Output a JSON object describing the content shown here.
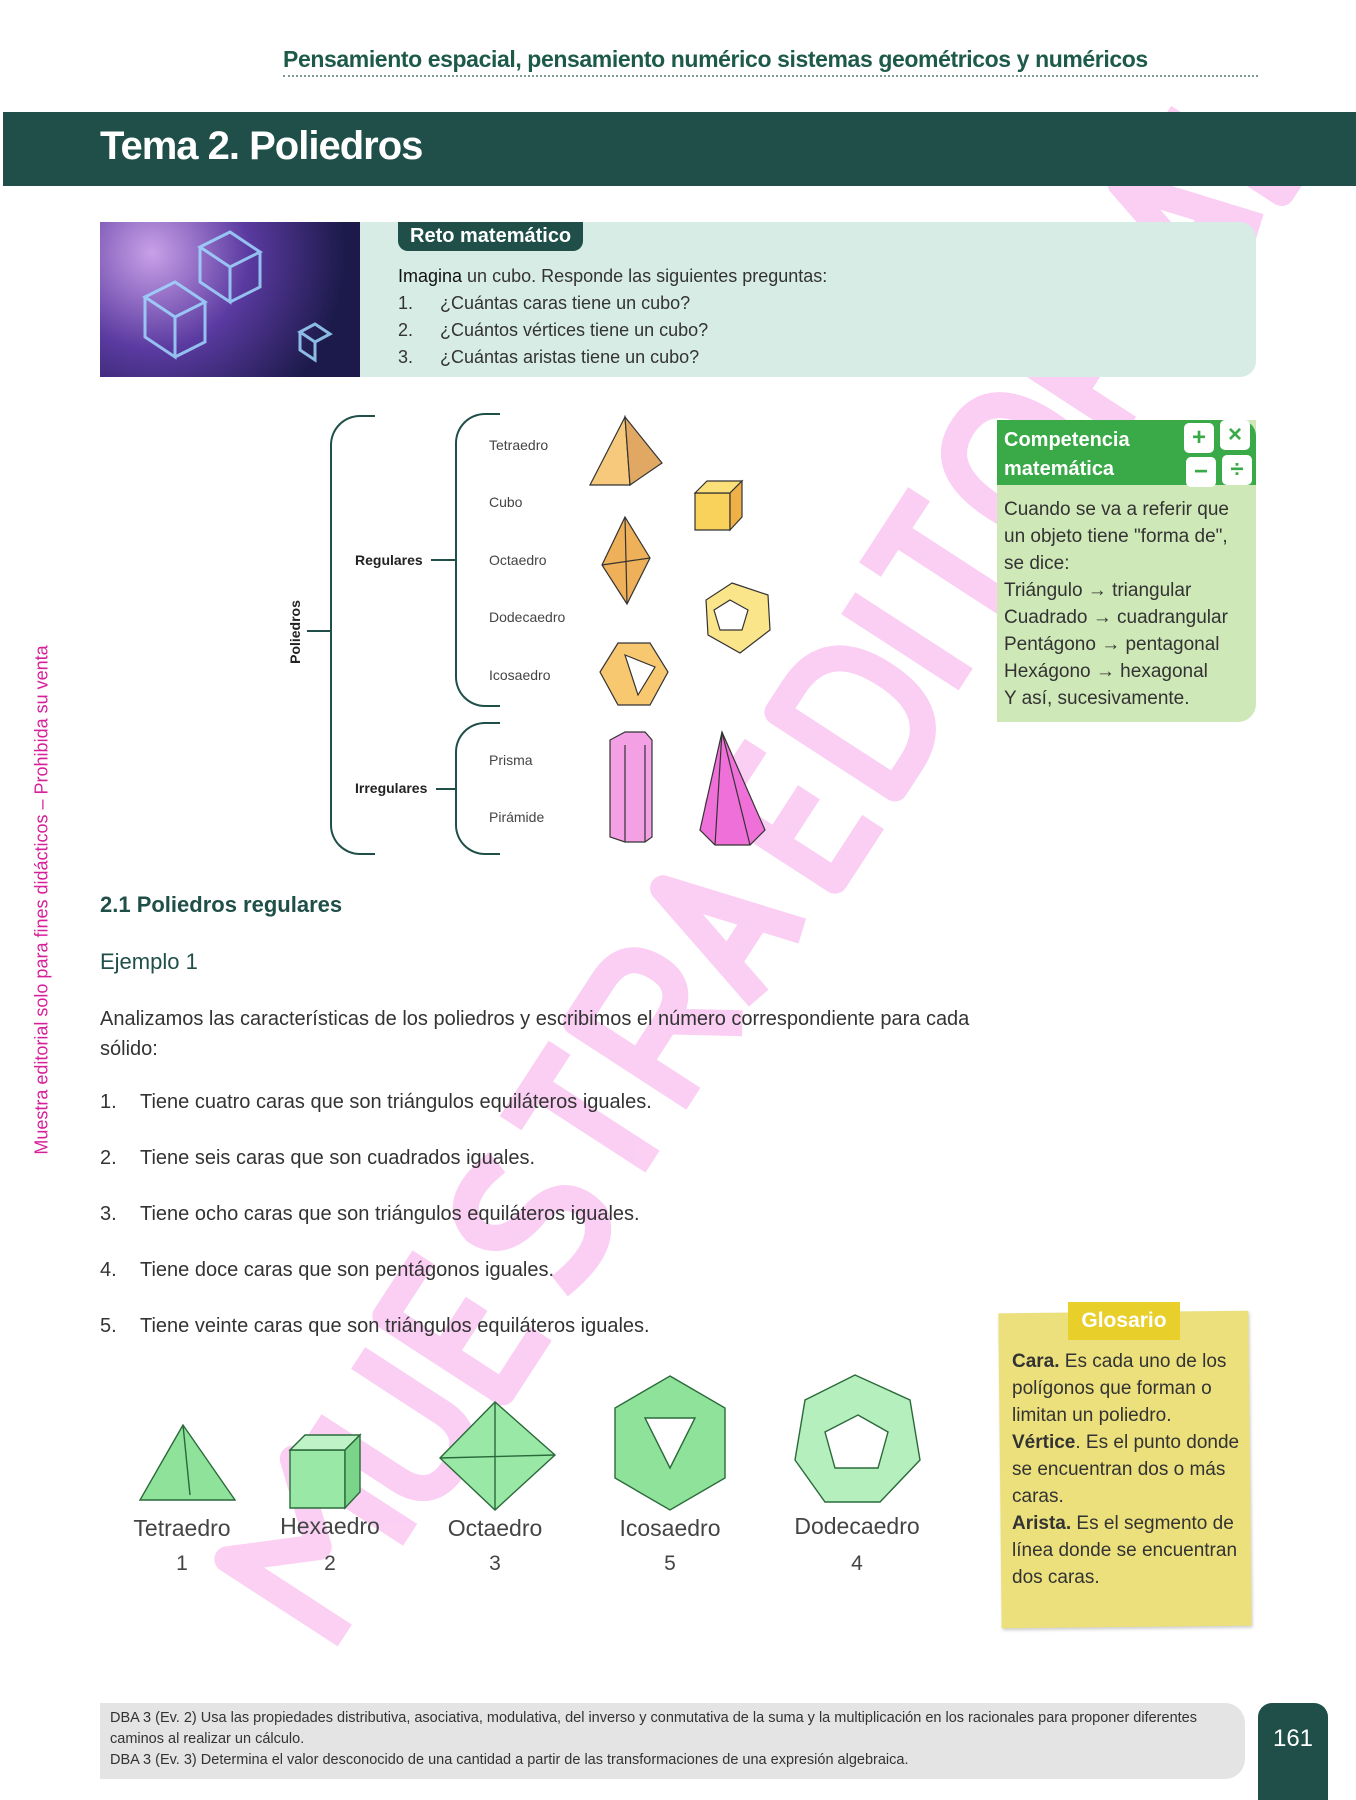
{
  "header": {
    "subtitle": "Pensamiento espacial, pensamiento numérico sistemas geométricos y numéricos",
    "title": "Tema 2. Poliedros"
  },
  "reto": {
    "tab": "Reto matemático",
    "intro_bold": "Imagina",
    "intro_rest": " un cubo. Responde las siguientes preguntas:",
    "questions": [
      {
        "n": "1.",
        "t": "¿Cuántas caras tiene un cubo?"
      },
      {
        "n": "2.",
        "t": "¿Cuántos vértices tiene un cubo?"
      },
      {
        "n": "3.",
        "t": "¿Cuántas aristas tiene un cubo?"
      }
    ]
  },
  "diagram": {
    "root": "Poliedros",
    "regulares": "Regulares",
    "irregulares": "Irregulares",
    "regular_items": [
      "Tetraedro",
      "Cubo",
      "Octaedro",
      "Dodecaedro",
      "Icosaedro"
    ],
    "irregular_items": [
      "Prisma",
      "Pirámide"
    ]
  },
  "competencia": {
    "title1": "Competencia",
    "title2": "matemática",
    "icons": [
      "+",
      "×",
      "−",
      "÷"
    ],
    "lines": [
      "Cuando se va a referir que",
      "un objeto tiene \"forma de\",",
      "se dice:",
      "Triángulo → triangular",
      "Cuadrado → cuadrangular",
      "Pentágono → pentagonal",
      "Hexágono → hexagonal",
      "Y así, sucesivamente."
    ]
  },
  "watermark": "MUESTRA EDITORIAL",
  "side_text": "Muestra editorial solo para fines didácticos – Prohibida su venta",
  "section": {
    "heading": "2.1 Poliedros regulares",
    "example": "Ejemplo 1",
    "paragraph": "Analizamos las características de los poliedros y escribimos el número correspondiente para cada sólido:",
    "items": [
      {
        "n": "1.",
        "t": "Tiene cuatro caras que son triángulos equiláteros iguales."
      },
      {
        "n": "2.",
        "t": "Tiene seis caras que son cuadrados iguales."
      },
      {
        "n": "3.",
        "t": "Tiene ocho caras que son triángulos equiláteros iguales."
      },
      {
        "n": "4.",
        "t": "Tiene doce caras que son pentágonos iguales."
      },
      {
        "n": "5.",
        "t": "Tiene veinte caras que son triángulos equiláteros iguales."
      }
    ]
  },
  "solids": [
    {
      "name": "Tetraedro",
      "num": "1"
    },
    {
      "name": "Hexaedro",
      "num": "2"
    },
    {
      "name": "Octaedro",
      "num": "3"
    },
    {
      "name": "Icosaedro",
      "num": "5"
    },
    {
      "name": "Dodecaedro",
      "num": "4"
    }
  ],
  "glosario": {
    "tab": "Glosario",
    "entries": [
      {
        "term": "Cara.",
        "def": " Es cada uno de los polígonos que forman o limitan un poliedro."
      },
      {
        "term": "Vértice",
        "def": ". Es el punto donde se encuentran dos o más caras."
      },
      {
        "term": "Arista.",
        "def": " Es el segmento de línea donde se encuentran dos caras."
      }
    ]
  },
  "footer": {
    "lines": [
      "DBA 3 (Ev. 2) Usa las propiedades distributiva, asociativa, modulativa, del inverso y conmutativa de la suma y la multiplicación en los racionales para proponer diferentes caminos al realizar un cálculo.",
      "DBA 3 (Ev. 3) Determina el valor desconocido de una cantidad a partir de las transformaciones de una expresión algebraica."
    ],
    "page": "161"
  }
}
